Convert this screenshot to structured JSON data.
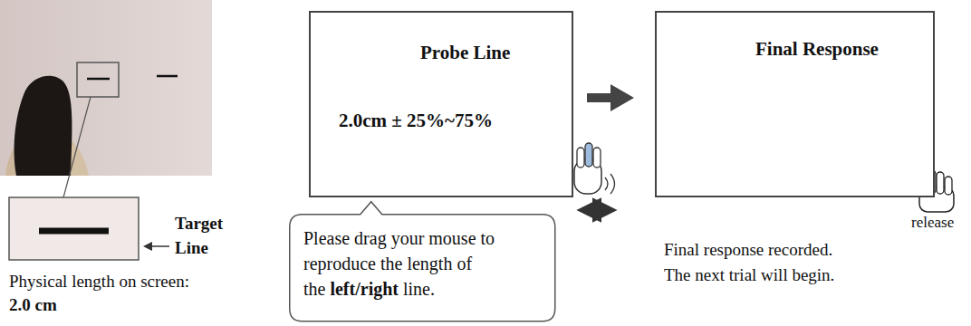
{
  "diagram": {
    "nodes": [
      {
        "text": [
          "Probe Line",
          "2.0cm ± 25%~75%"
        ]
      },
      {
        "text": [
          "Please drag your mouse to reproduce the length of the",
          "left/right",
          "line."
        ]
      },
      {
        "text": [
          "Final Response"
        ]
      }
    ],
    "edges": [
      {
        "from": 0,
        "to": 2,
        "arrow": "to"
      }
    ],
    "labels": [
      "Target Line",
      "Physical length on screen:",
      "2.0 cm",
      "release",
      "Final response recorded.",
      "The next trial will begin."
    ]
  }
}
